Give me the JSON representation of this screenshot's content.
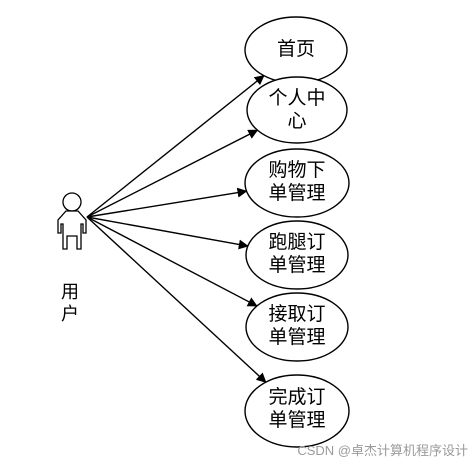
{
  "actor": {
    "label": "用户",
    "icon": "stick-figure-icon"
  },
  "use_cases": [
    {
      "id": "home",
      "label": "首页"
    },
    {
      "id": "personal-center",
      "label": "个人中\n心"
    },
    {
      "id": "shopping-order-management",
      "label": "购物下\n单管理"
    },
    {
      "id": "errand-order-management",
      "label": "跑腿订\n单管理"
    },
    {
      "id": "pickup-order-management",
      "label": "接取订\n单管理"
    },
    {
      "id": "complete-order-management",
      "label": "完成订\n单管理"
    }
  ],
  "watermark": "CSDN @卓杰计算机程序设计",
  "colors": {
    "line": "#000000",
    "background": "#ffffff",
    "watermark": "#9a9a9a"
  }
}
